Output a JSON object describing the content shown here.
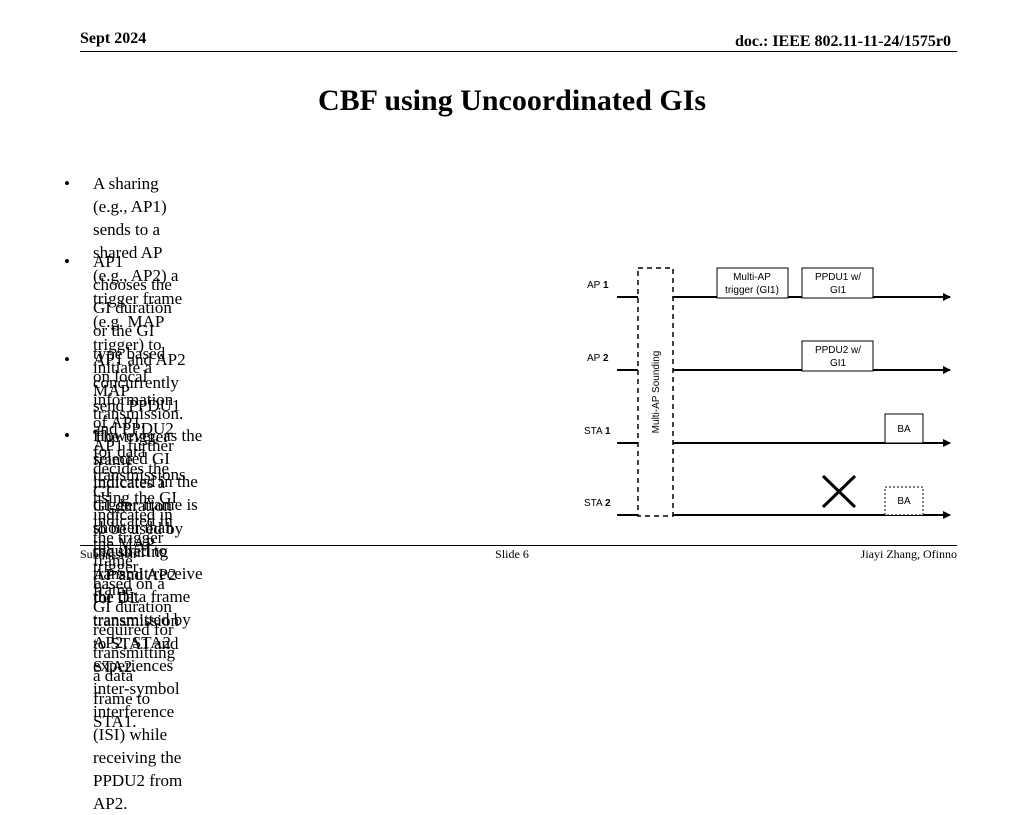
{
  "header": {
    "date": "Sept 2024",
    "doc": "doc.: IEEE 802.11-11-24/1575r0"
  },
  "title": "CBF using Uncoordinated GIs",
  "bullets": [
    [
      "A sharing (e.g., AP1) sends to a shared AP (e.g., AP2) a trigger frame (e.g. MAP trigger) to initiate a MAP",
      "transmission. The trigger frame indicates a GI duration to be used by the sharing AP and AP2 for DL",
      "transmission to STA1 and STA2."
    ],
    [
      "AP1 chooses the GI duration or the GI type based on local",
      "information of AP1. AP1 further decides the GI indicated in",
      "the trigger frame based on a GI duration required for",
      "transmitting a data frame to STA1."
    ],
    [
      "AP1 and AP2 concurrently send PPDU1 and PPDU2 for data",
      "transmissions using the GI indicated in the MAP trigger",
      "frame."
    ],
    [
      "However, as the selected GI indicated in the trigger frame is",
      "shorter than required to transmit/receive the data frame",
      "transmitted by AP2, STA2 experiences inter-symbol",
      "interference (ISI) while receiving the PPDU2 from AP2."
    ]
  ],
  "bullet_marker": "•",
  "diagram": {
    "rows": [
      {
        "label": "AP",
        "num": "1"
      },
      {
        "label": "AP",
        "num": "2"
      },
      {
        "label": "STA",
        "num": "1"
      },
      {
        "label": "STA",
        "num": "2"
      }
    ],
    "sounding_label": "Multi-AP Sounding",
    "trigger_box": [
      "Multi-AP",
      "trigger (GI1)"
    ],
    "ppdu1_box": [
      "PPDU1 w/",
      "GI1"
    ],
    "ppdu2_box": [
      "PPDU2 w/",
      "GI1"
    ],
    "ba_sta1": "BA",
    "ba_sta2": "BA",
    "error_mark": "×"
  },
  "footer": {
    "left": "Submission",
    "center": "Slide 6",
    "right": "Jiayi Zhang, Ofinno"
  }
}
